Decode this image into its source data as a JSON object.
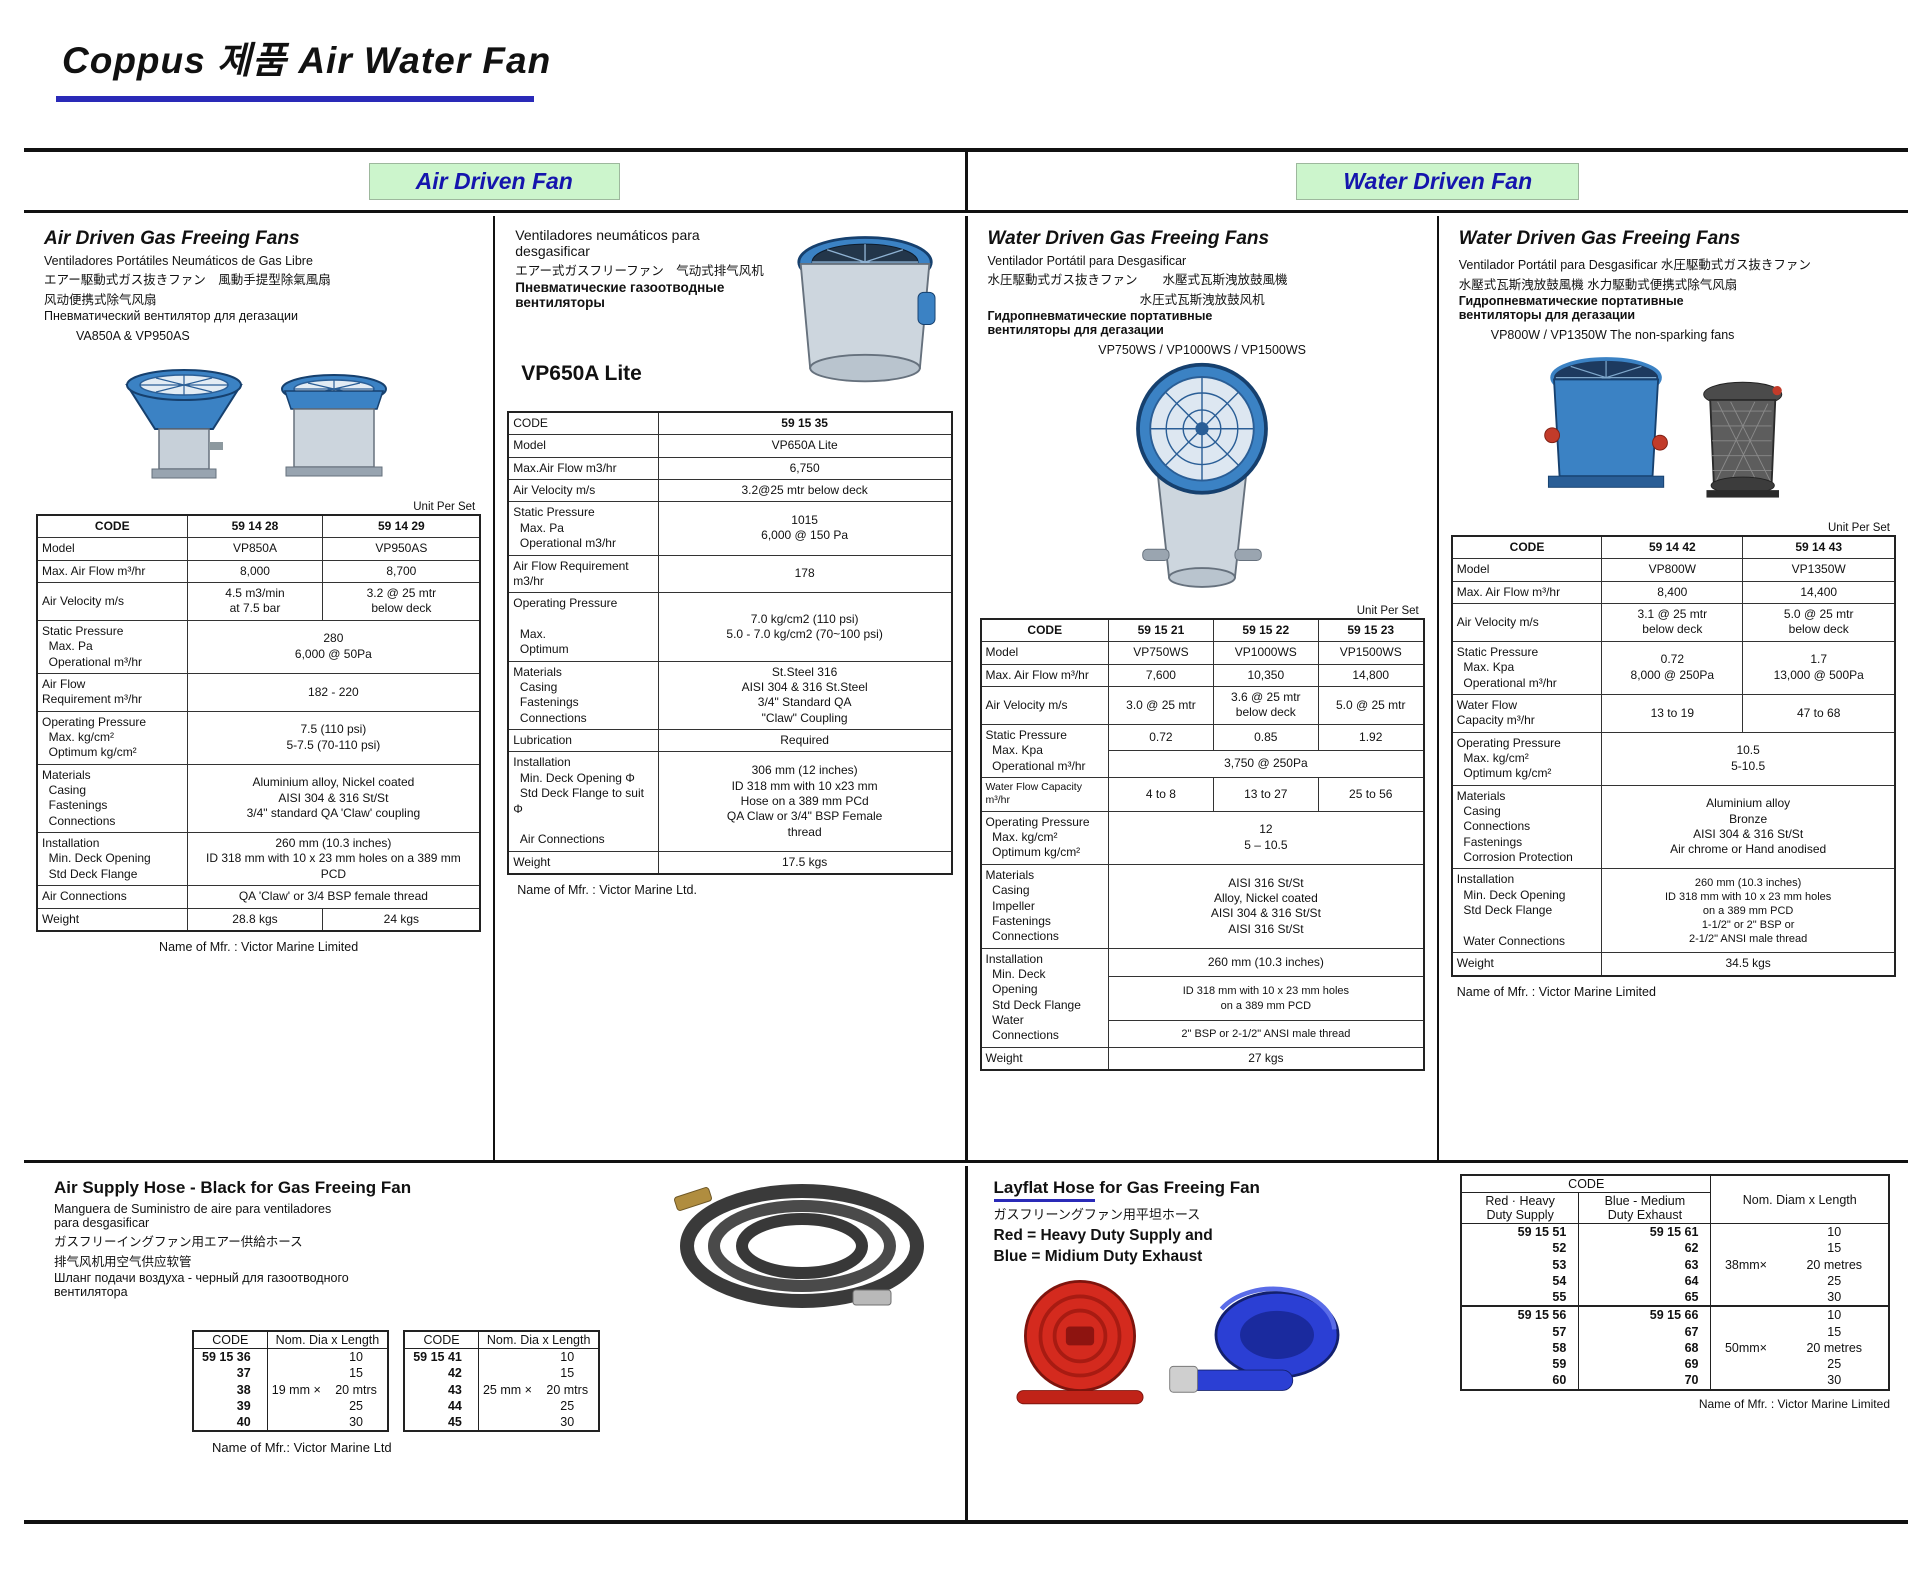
{
  "header": {
    "title": "Coppus 제품 Air Water Fan",
    "tab_air": "Air Driven Fan",
    "tab_water": "Water Driven Fan"
  },
  "p1": {
    "title": "Air Driven Gas Freeing Fans",
    "sub_es": "Ventiladores Portátiles Neumáticos de Gas Libre",
    "sub_jp": "エアー駆動式ガス抜きファン　風動手提型除氣風扇",
    "sub_cn": "风动便携式除气风扇",
    "sub_ru": "Пневматический вентилятор для дегазации",
    "models": "VA850A & VP950AS",
    "unit": "Unit Per Set",
    "code_label": "CODE",
    "code1": "59 14 28",
    "code2": "59 14 29",
    "model_label": "Model",
    "model1": "VP850A",
    "model2": "VP950AS",
    "airflow_label": "Max. Air Flow m³/hr",
    "airflow1": "8,000",
    "airflow2": "8,700",
    "velocity_label": "Air Velocity m/s",
    "velocity1": "4.5 m3/min\nat 7.5 bar",
    "velocity2": "3.2 @ 25 mtr\nbelow deck",
    "static_label": "Static Pressure\n  Max. Pa\n  Operational m³/hr",
    "static_val": "280\n6,000 @ 50Pa",
    "req_label": "Air Flow\nRequirement m³/hr",
    "req_val": "182 - 220",
    "press_label": "Operating Pressure\n  Max. kg/cm²\n  Optimum kg/cm²",
    "press_val": "7.5 (110 psi)\n5-7.5 (70-110 psi)",
    "mat_label": "Materials\n  Casing\n  Fastenings\n  Connections",
    "mat_val": "Aluminium alloy, Nickel coated\nAISI 304 & 316 St/St\n3/4\" standard QA 'Claw' coupling",
    "inst_label": "Installation\n  Min. Deck Opening\n  Std Deck Flange",
    "inst_val": "260 mm (10.3 inches)\nID 318 mm with 10 x 23 mm holes on a 389 mm\nPCD",
    "aircon_label": "Air Connections",
    "aircon_val": "QA 'Claw' or 3/4 BSP female thread",
    "weight_label": "Weight",
    "weight1": "28.8 kgs",
    "weight2": "24 kgs",
    "mfr": "Name of Mfr. : Victor Marine Limited"
  },
  "p2": {
    "sub_es": "Ventiladores neumáticos para desgasificar",
    "sub_jp": "エアー式ガスフリーファン　气动式排气风机",
    "sub_ru": "Пневматические газоотводные вентиляторы",
    "model_big": "VP650A Lite",
    "code_label": "CODE",
    "code": "59 15 35",
    "model_label": "Model",
    "model": "VP650A Lite",
    "airflow_label": "Max.Air Flow m3/hr",
    "airflow": "6,750",
    "velocity_label": "Air Velocity m/s",
    "velocity": "3.2@25 mtr below deck",
    "static_label": "Static Pressure\n  Max. Pa\n  Operational m3/hr",
    "static_val": "1015\n6,000 @ 150 Pa",
    "req_label": "Air Flow Requirement m3/hr",
    "req_val": "178",
    "press_label": "Operating Pressure\n\n  Max.\n  Optimum",
    "press_val": "7.0 kg/cm2  (110 psi)\n5.0 - 7.0 kg/cm2 (70~100 psi)",
    "mat_label": "Materials\n  Casing\n  Fastenings\n  Connections",
    "mat_val": "St.Steel 316\nAISI 304 & 316 St.Steel\n3/4\" Standard QA\n\"Claw\" Coupling",
    "lub_label": "Lubrication",
    "lub_val": "Required",
    "inst_label": "Installation\n  Min. Deck Opening Φ\n  Std Deck Flange to suit Φ\n\n  Air Connections",
    "inst_val": "306 mm (12 inches)\nID 318 mm with 10 x23 mm\nHose on a 389 mm PCd\nQA Claw or 3/4\" BSP Female\nthread",
    "weight_label": "Weight",
    "weight": "17.5 kgs",
    "mfr": "Name of Mfr. : Victor Marine Ltd."
  },
  "p3": {
    "title": "Water Driven Gas Freeing Fans",
    "sub_es": "Ventilador Portátil para Desgasificar",
    "sub_jp": "水圧駆動式ガス抜きファン　　水壓式瓦斯洩放鼓風機",
    "sub_cn": "水圧式瓦斯洩放鼓风机",
    "sub_ru": "Гидропневматические портативные\nвентиляторы для дегазации",
    "models": "VP750WS  /  VP1000WS  /  VP1500WS",
    "unit": "Unit Per Set",
    "code_label": "CODE",
    "code1": "59 15 21",
    "code2": "59 15 22",
    "code3": "59 15 23",
    "model_label": "Model",
    "model1": "VP750WS",
    "model2": "VP1000WS",
    "model3": "VP1500WS",
    "airflow_label": "Max. Air Flow m³/hr",
    "airflow1": "7,600",
    "airflow2": "10,350",
    "airflow3": "14,800",
    "velocity_label": "Air Velocity m/s",
    "velocity1": "3.0 @ 25 mtr",
    "velocity2": "3.6 @ 25 mtr\nbelow deck",
    "velocity3": "5.0 @ 25 mtr",
    "static_label": "Static Pressure\n  Max. Kpa\n  Operational m³/hr",
    "static1": "0.72",
    "static2": "0.85",
    "static3": "1.92",
    "static_shared": "3,750  @  250Pa",
    "wf_label": "Water Flow Capacity m³/hr",
    "wf1": "4 to 8",
    "wf2": "13 to 27",
    "wf3": "25 to 56",
    "press_label": "Operating Pressure\n  Max. kg/cm²\n  Optimum kg/cm²",
    "press_val": "12\n5 – 10.5",
    "mat_label": "Materials\n  Casing\n  Impeller\n  Fastenings\n  Connections",
    "mat_val": "AISI 316 St/St\nAlloy, Nickel coated\nAISI 304 & 316 St/St\nAISI 316 St/St",
    "inst_label": "Installation\n  Min. Deck\n  Opening\n  Std Deck Flange\n  Water\n  Connections",
    "inst_val1": "260 mm (10.3 inches)",
    "inst_val2": "ID 318 mm with 10 x 23 mm holes\non a 389 mm PCD",
    "inst_val3": "2\" BSP or 2-1/2\" ANSI male thread",
    "weight_label": "Weight",
    "weight": "27 kgs"
  },
  "p4": {
    "title": "Water Driven Gas Freeing Fans",
    "sub1": "Ventilador Portátil para Desgasificar  水圧駆動式ガス抜きファン",
    "sub2": "水壓式瓦斯洩放鼓風機  水力駆動式便携式除气风扇",
    "sub3": "Гидропневматические портативные\nвентиляторы для дегазации",
    "models": "VP800W  /  VP1350W    The  non-sparking fans",
    "unit": "Unit Per Set",
    "code_label": "CODE",
    "code1": "59 14 42",
    "code2": "59 14 43",
    "model_label": "Model",
    "model1": "VP800W",
    "model2": "VP1350W",
    "airflow_label": "Max. Air Flow m³/hr",
    "airflow1": "8,400",
    "airflow2": "14,400",
    "velocity_label": "Air Velocity m/s",
    "velocity1": "3.1 @ 25 mtr\nbelow deck",
    "velocity2": "5.0 @ 25 mtr\nbelow deck",
    "static_label": "Static Pressure\n  Max. Kpa\n  Operational m³/hr",
    "static1": "0.72\n8,000 @ 250Pa",
    "static2": "1.7\n13,000 @ 500Pa",
    "wf_label": "Water Flow\nCapacity m³/hr",
    "wf1": "13 to 19",
    "wf2": "47 to 68",
    "press_label": "Operating Pressure\n  Max. kg/cm²\n  Optimum kg/cm²",
    "press_val": "10.5\n5-10.5",
    "mat_label": "Materials\n  Casing\n  Connections\n  Fastenings\n  Corrosion Protection",
    "mat_val": "Aluminium alloy\nBronze\nAISI 304 & 316 St/St\nAir chrome or Hand anodised",
    "inst_label": "Installation\n  Min. Deck Opening\n  Std Deck Flange\n\n  Water Connections",
    "inst_val": "260 mm (10.3 inches)\nID 318 mm with 10 x 23 mm holes\non a 389 mm  PCD\n1-1/2\" or 2\" BSP or\n2-1/2\" ANSI male thread",
    "weight_label": "Weight",
    "weight": "34.5 kgs",
    "mfr": "Name of Mfr. : Victor Marine Limited"
  },
  "hose": {
    "title": "Air Supply Hose - Black  for Gas Freeing Fan",
    "sub_es": "Manguera de Suministro de aire para ventiladores\npara desgasificar",
    "sub_jp": "ガスフリーイングファン用エアー供給ホース",
    "sub_cn": "排气风机用空气供应软管",
    "sub_ru": "Шланг подачи воздуха - черный для газоотводного\nвентилятора",
    "t1": {
      "code_h": "CODE",
      "dia_h": "Nom. Dia x Length",
      "codes": [
        "59 15 36",
        "37",
        "38",
        "39",
        "40"
      ],
      "dia": "19 mm ×",
      "lens": [
        "10",
        "15",
        "20 mtrs",
        "25",
        "30"
      ]
    },
    "t2": {
      "code_h": "CODE",
      "dia_h": "Nom. Dia x Length",
      "codes": [
        "59 15 41",
        "42",
        "43",
        "44",
        "45"
      ],
      "dia": "25 mm ×",
      "lens": [
        "10",
        "15",
        "20 mtrs",
        "25",
        "30"
      ]
    },
    "mfr": "Name of Mfr.: Victor Marine Ltd"
  },
  "layflat": {
    "title_hl": "Layflat Hose",
    "title_rest": "for  Gas Freeing Fan",
    "sub_jp": "ガスフリーングファン用平坦ホース",
    "legend1": "Red  = Heavy Duty Supply and",
    "legend2": "Blue = Midium Duty Exhaust",
    "code_h": "CODE",
    "red_h": "Red · Heavy\nDuty Supply",
    "blue_h": "Blue - Medium\nDuty Exhaust",
    "nom_h": "Nom. Diam x Length",
    "g1": {
      "red": [
        "59 15 51",
        "52",
        "53",
        "54",
        "55"
      ],
      "blue": [
        "59 15 61",
        "62",
        "63",
        "64",
        "65"
      ],
      "dia": "38mm×",
      "lens": [
        "10",
        "15",
        "20 metres",
        "25",
        "30"
      ]
    },
    "g2": {
      "red": [
        "59 15 56",
        "57",
        "58",
        "59",
        "60"
      ],
      "blue": [
        "59 15 66",
        "67",
        "68",
        "69",
        "70"
      ],
      "dia": "50mm×",
      "lens": [
        "10",
        "15",
        "20 metres",
        "25",
        "30"
      ]
    },
    "mfr": "Name of Mfr. : Victor Marine Limited"
  }
}
